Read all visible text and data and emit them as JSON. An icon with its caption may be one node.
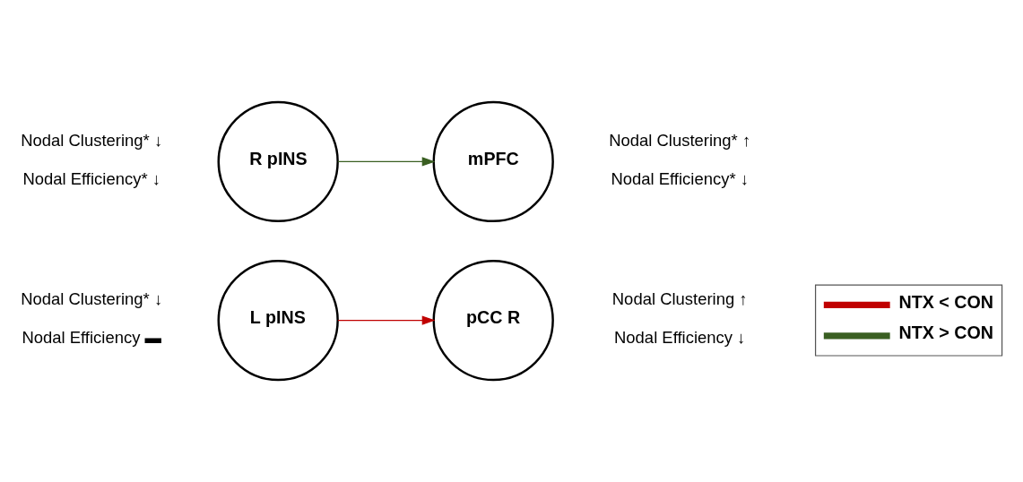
{
  "diagram": {
    "nodes": [
      {
        "text": [
          "R pINS"
        ],
        "beside": [
          "Nodal Clustering* ↓",
          "Nodal Efficiency* ↓"
        ]
      },
      {
        "text": [
          "mPFC"
        ],
        "beside": [
          "Nodal Clustering* ↑",
          "Nodal Efficiency* ↓"
        ]
      },
      {
        "text": [
          "L pINS"
        ],
        "beside": [
          "Nodal Clustering* ↓",
          "Nodal Efficiency ▬"
        ]
      },
      {
        "text": [
          "pCC R"
        ],
        "beside": [
          "Nodal Clustering ↑",
          "Nodal Efficiency ↓"
        ]
      }
    ],
    "edges": [
      {
        "from": 0,
        "to": 1,
        "arrow": "to",
        "color": "#3a5f22"
      },
      {
        "from": 2,
        "to": 3,
        "arrow": "to",
        "color": "#c00000"
      }
    ],
    "legend": [
      {
        "text": "NTX < CON",
        "color": "#c00000"
      },
      {
        "text": "NTX > CON",
        "color": "#3a5f22"
      }
    ]
  }
}
